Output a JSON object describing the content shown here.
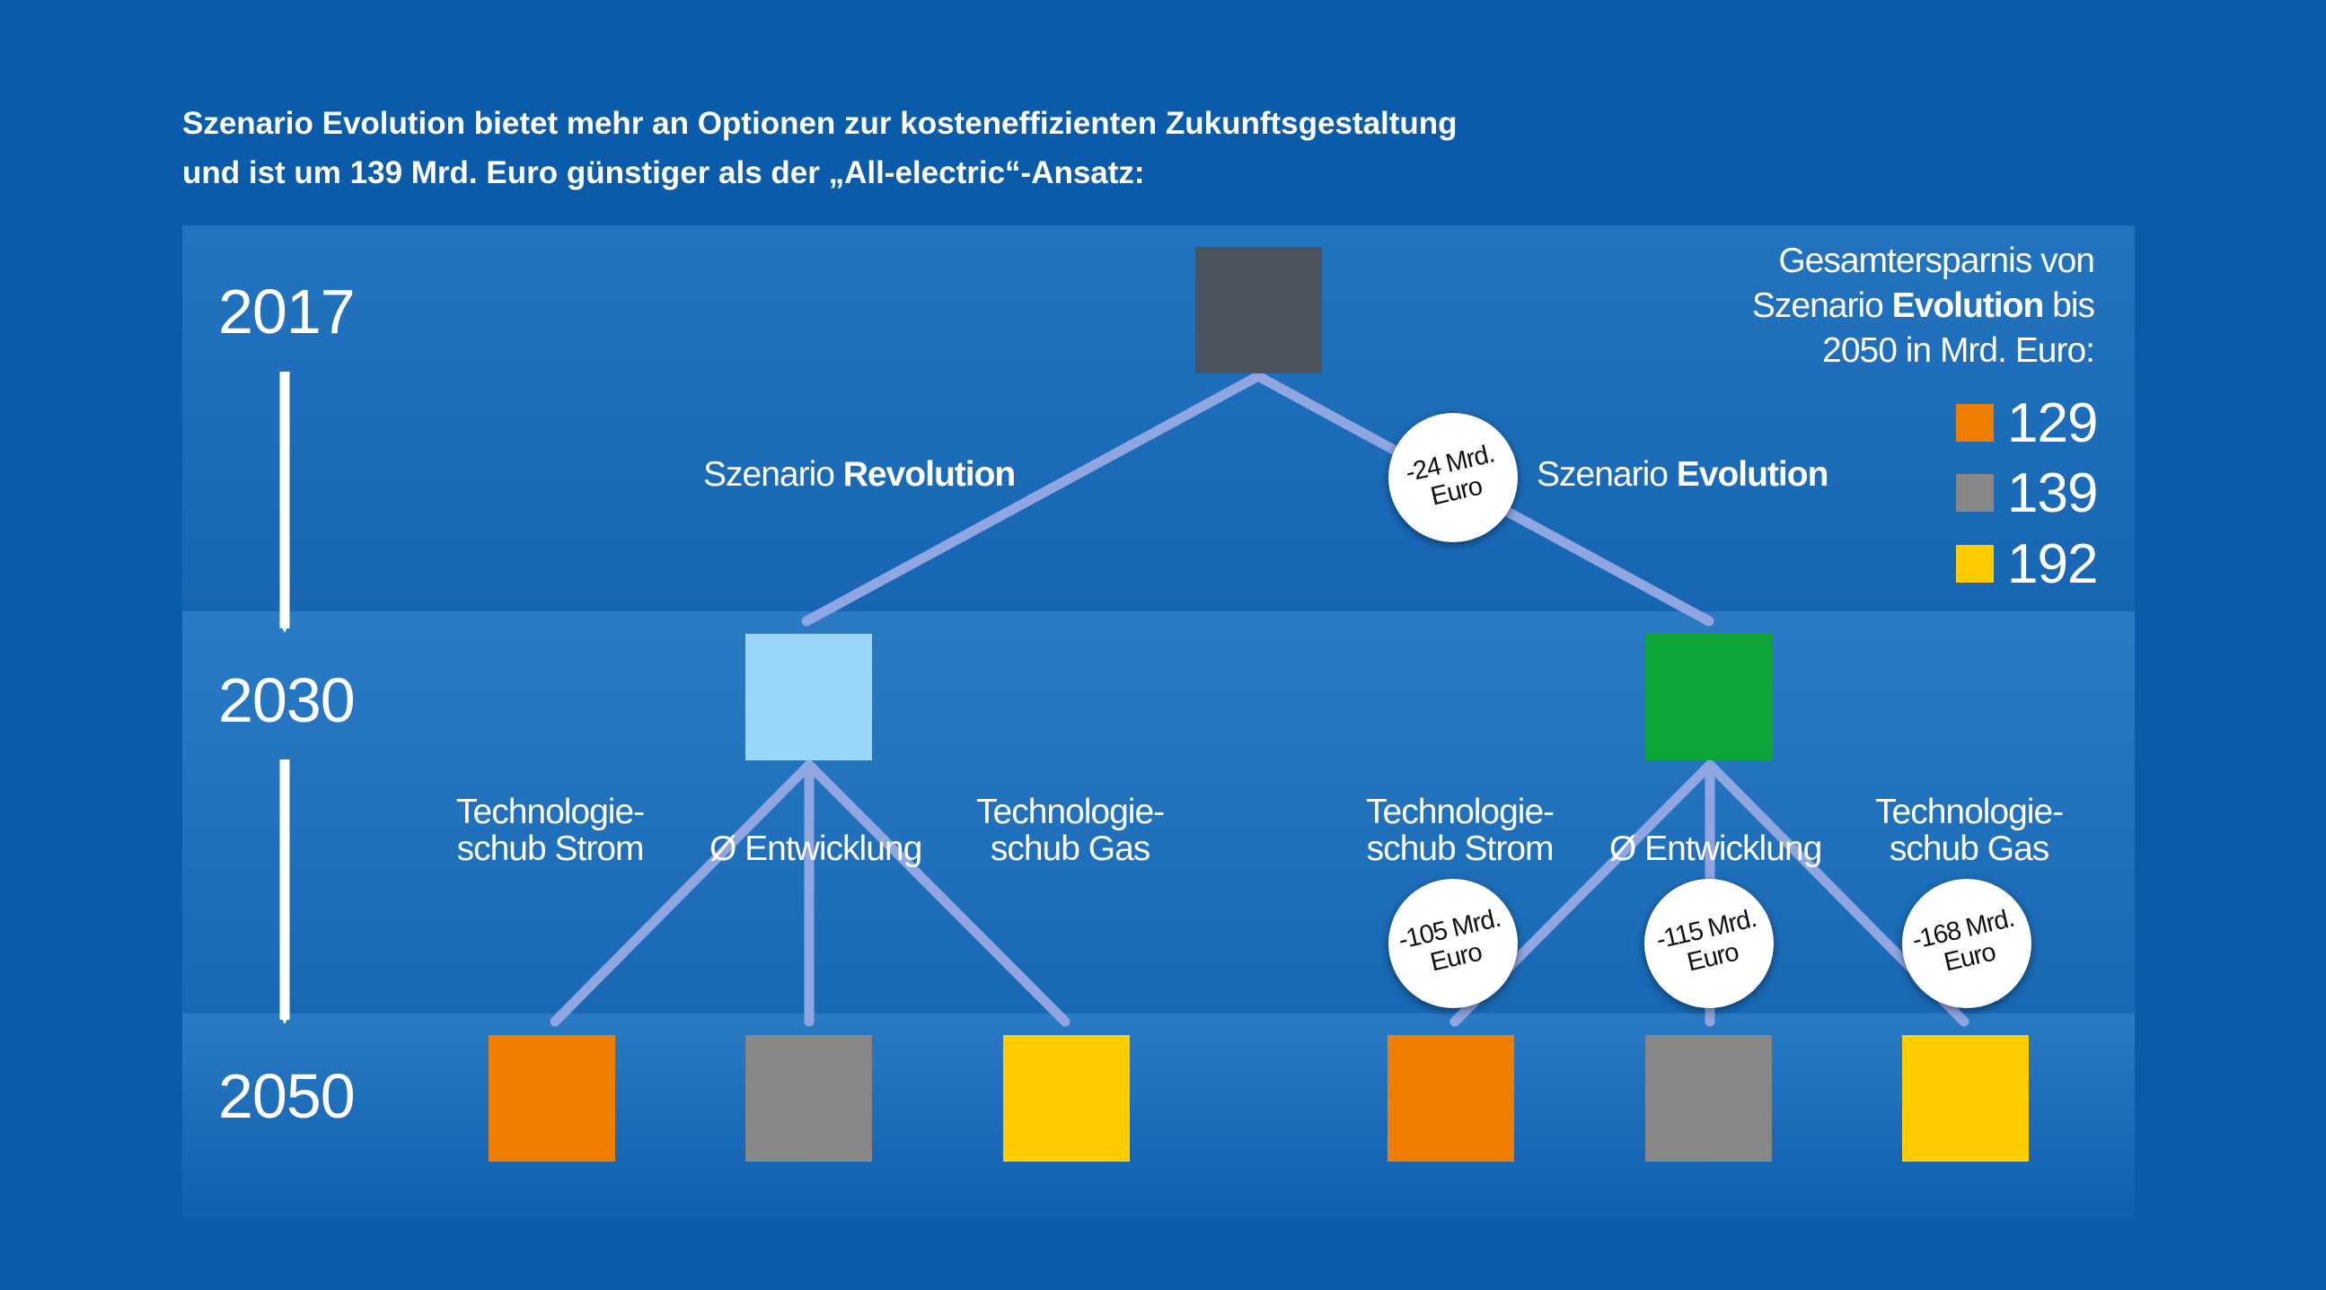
{
  "intro": {
    "line1": "Szenario Evolution bietet mehr an Optionen zur kosteneffizienten Zukunftsgestaltung",
    "line2": "und ist um 139 Mrd. Euro günstiger als der „All-electric“-Ansatz:"
  },
  "years": [
    "2017",
    "2030",
    "2050"
  ],
  "scenarios": {
    "revolution": {
      "prefix": "Szenario ",
      "name": "Revolution"
    },
    "evolution": {
      "prefix": "Szenario ",
      "name": "Evolution"
    }
  },
  "branches": {
    "strom": {
      "line1": "Technologie-",
      "line2": "schub Strom"
    },
    "entwicklung": "Ø Entwicklung",
    "gas": {
      "line1": "Technologie-",
      "line2": "schub Gas"
    }
  },
  "savings": {
    "evolution": {
      "line1": "-24 Mrd.",
      "line2": "Euro"
    },
    "strom": {
      "line1": "-105 Mrd.",
      "line2": "Euro"
    },
    "entwicklung": {
      "line1": "-115 Mrd.",
      "line2": "Euro"
    },
    "gas": {
      "line1": "-168 Mrd.",
      "line2": "Euro"
    }
  },
  "legend": {
    "title_line1": "Gesamtersparnis von",
    "title_line2_prefix": "Szenario ",
    "title_line2_bold": "Evolution",
    "title_line2_suffix": " bis",
    "title_line3": "2050 in Mrd. Euro:",
    "items": [
      {
        "value": "129",
        "color": "#ee7d00"
      },
      {
        "value": "139",
        "color": "#878787"
      },
      {
        "value": "192",
        "color": "#ffcc00"
      }
    ]
  },
  "colors": {
    "background": "#0b5bab",
    "start_node": "#4b545e",
    "revolution_node": "#99d6f7",
    "evolution_node": "#0ea53a",
    "strom": "#ee7d00",
    "entwicklung": "#878787",
    "gas": "#ffcc00",
    "arrow": "#8fa6e0"
  }
}
